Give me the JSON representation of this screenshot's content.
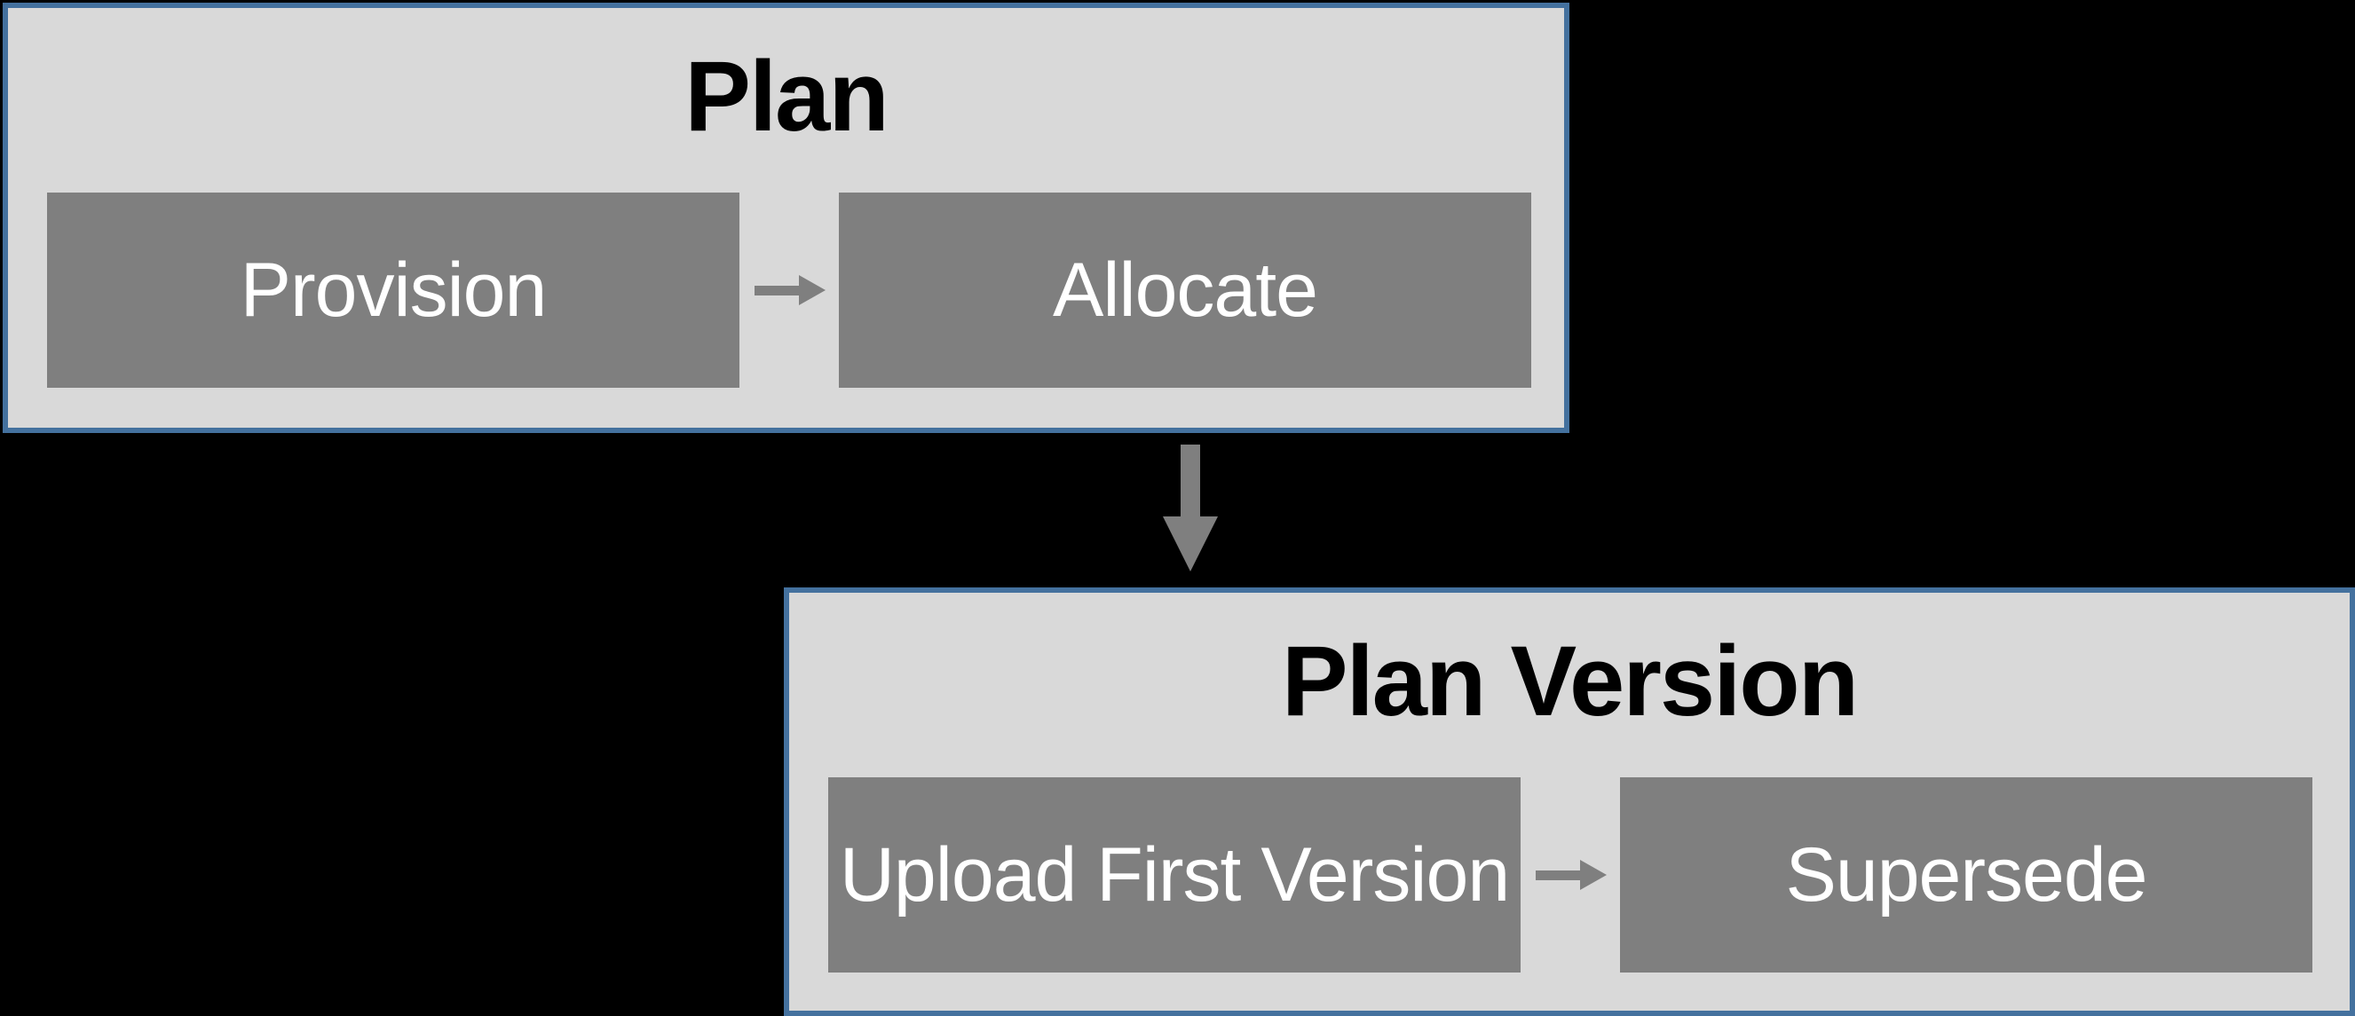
{
  "diagram": {
    "type": "flowchart",
    "colors": {
      "background": "#000000",
      "panel-fill": "#D9D9D9",
      "panel-border": "#44719E",
      "node-fill": "#7F7F7F",
      "node-text": "#FFFFFF",
      "title-text": "#000000",
      "arrow": "#7F7F7F"
    },
    "groups": [
      {
        "title": "Plan",
        "steps": [
          "Provision",
          "Allocate"
        ]
      },
      {
        "title": "Plan Version",
        "steps": [
          "Upload First Version",
          "Supersede"
        ]
      }
    ],
    "connectors": [
      {
        "from": "Provision",
        "to": "Allocate",
        "direction": "right"
      },
      {
        "from": "Plan",
        "to": "Plan Version",
        "direction": "down"
      },
      {
        "from": "Upload First Version",
        "to": "Supersede",
        "direction": "right"
      }
    ]
  }
}
